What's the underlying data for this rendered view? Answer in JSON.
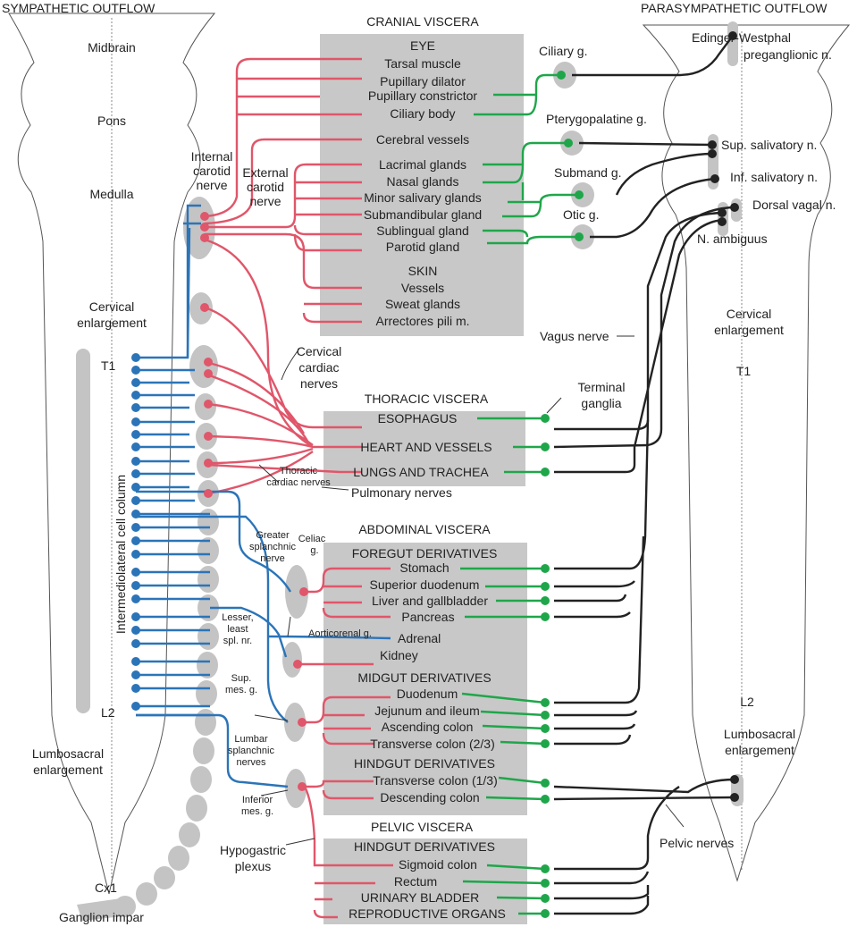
{
  "sections": {
    "sympathetic_title": "SYMPATHETIC OUTFLOW",
    "parasympathetic_title": "PARASYMPATHETIC OUTFLOW"
  },
  "cord_labels": {
    "midbrain": "Midbrain",
    "pons": "Pons",
    "medulla": "Medulla",
    "cervical_left": [
      "Cervical",
      "enlargement"
    ],
    "t1_left": "T1",
    "l2_left": "L2",
    "lumbosacral_left": [
      "Lumbosacral",
      "enlargement"
    ],
    "column": "Intermediolateral cell column",
    "cx1": "Cx1",
    "ganglion_impar": "Ganglion impar",
    "cervical_right": [
      "Cervical",
      "enlargement"
    ],
    "t1_right": "T1",
    "l2_right": "L2",
    "lumbosacral_right": [
      "Lumbosacral",
      "enlargement"
    ]
  },
  "nerve_labels": {
    "internal_carotid": [
      "Internal",
      "carotid",
      "nerve"
    ],
    "external_carotid": [
      "External",
      "carotid",
      "nerve"
    ],
    "cervical_cardiac": [
      "Cervical",
      "cardiac",
      "nerves"
    ],
    "thoracic_cardiac": [
      "Thoracic",
      "cardiac nerves"
    ],
    "pulmonary": "Pulmonary nerves",
    "greater_splanchnic": [
      "Greater",
      "splanchnic",
      "nerve"
    ],
    "celiac": [
      "Celiac",
      "g."
    ],
    "lesser_splanchnic": [
      "Lesser,",
      "least",
      "spl. nr."
    ],
    "aorticorenal": "Aorticorenal g.",
    "sup_mes": [
      "Sup.",
      "mes. g."
    ],
    "lumbar_splanchnic": [
      "Lumbar",
      "splanchnic",
      "nerves"
    ],
    "inferior_mes": [
      "Inferior",
      "mes. g."
    ],
    "hypogastric": [
      "Hypogastric",
      "plexus"
    ],
    "vagus": "Vagus nerve",
    "pelvic": "Pelvic nerves",
    "terminal": [
      "Terminal",
      "ganglia"
    ]
  },
  "parasym_labels": {
    "ciliary_g": "Ciliary g.",
    "pterygopalatine_g": "Pterygopalatine g.",
    "submand_g": "Submand g.",
    "otic_g": "Otic g.",
    "edinger": [
      "Edinger-Westphal",
      "preganglionic n."
    ],
    "sup_salivatory": "Sup. salivatory n.",
    "inf_salivatory": "Inf. salivatory n.",
    "dorsal_vagal": "Dorsal vagal n.",
    "n_ambiguus": "N. ambiguus"
  },
  "viscera": {
    "cranial": {
      "title": "CRANIAL VISCERA",
      "eye_header": "EYE",
      "eye": [
        "Tarsal muscle",
        "Pupillary dilator",
        "Pupillary constrictor",
        "Ciliary body"
      ],
      "cerebral": "Cerebral vessels",
      "glands": [
        "Lacrimal glands",
        "Nasal glands",
        "Minor salivary glands",
        "Submandibular gland",
        "Sublingual gland",
        "Parotid gland"
      ],
      "skin_header": "SKIN",
      "skin": [
        "Vessels",
        "Sweat glands",
        "Arrectores pili m."
      ]
    },
    "thoracic": {
      "title": "THORACIC VISCERA",
      "items": [
        "ESOPHAGUS",
        "HEART AND VESSELS",
        "LUNGS AND TRACHEA"
      ]
    },
    "abdominal": {
      "title": "ABDOMINAL VISCERA",
      "foregut_header": "FOREGUT DERIVATIVES",
      "foregut": [
        "Stomach",
        "Superior duodenum",
        "Liver and gallbladder",
        "Pancreas"
      ],
      "adrenal": "Adrenal",
      "kidney": "Kidney",
      "midgut_header": "MIDGUT DERIVATIVES",
      "midgut": [
        "Duodenum",
        "Jejunum and ileum",
        "Ascending colon",
        "Transverse colon (2/3)"
      ],
      "hindgut_header": "HINDGUT DERIVATIVES",
      "hindgut": [
        "Transverse colon (1/3)",
        "Descending colon"
      ]
    },
    "pelvic": {
      "title": "PELVIC VISCERA",
      "hindgut_header": "HINDGUT DERIVATIVES",
      "items": [
        "Sigmoid colon",
        "Rectum",
        "URINARY BLADDER",
        "REPRODUCTIVE ORGANS"
      ]
    }
  },
  "colors": {
    "sympathetic_postganglionic": "#e0566a",
    "sympathetic_preganglionic": "#2b74b8",
    "parasympathetic_postganglionic": "#1fa64a",
    "parasympathetic_preganglionic": "#222222",
    "box": "#c8c8c8",
    "ganglion": "#c4c4c4"
  }
}
